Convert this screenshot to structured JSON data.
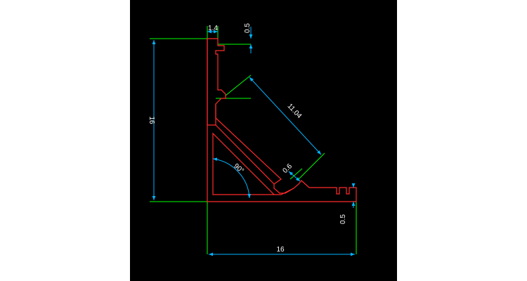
{
  "colors": {
    "background": "#000000",
    "page": "#ffffff",
    "profile": "#ff2a2a",
    "extension": "#00ff00",
    "dimension": "#00b4ff",
    "text": "#ffffff"
  },
  "dimensions": {
    "top_width": "1.4",
    "top_lip": "0.5",
    "height": "16",
    "diagonal": "11.04",
    "wall": "0.6",
    "angle": "90°",
    "bottom_lip": "0.5",
    "width": "16"
  }
}
